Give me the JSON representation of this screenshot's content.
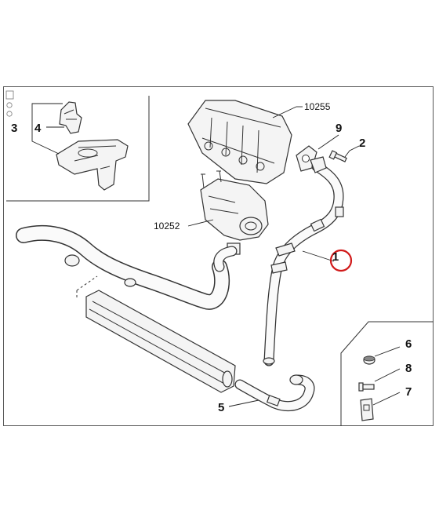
{
  "labels": {
    "p1": "1",
    "p2": "2",
    "p3": "3",
    "p4": "4",
    "p5": "5",
    "p6": "6",
    "p7": "7",
    "p8": "8",
    "p9": "9",
    "r10255": "10255",
    "r10252": "10252"
  },
  "highlight_color": "#d11a1a"
}
